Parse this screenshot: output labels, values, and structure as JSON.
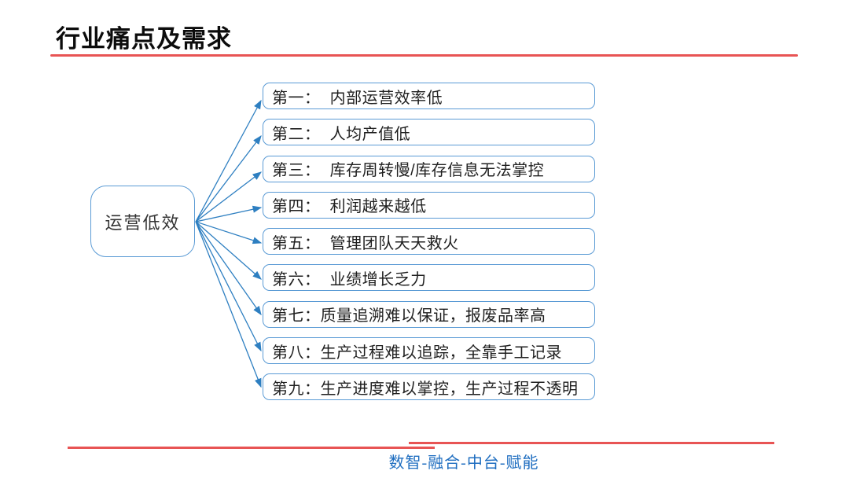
{
  "slide": {
    "title": "行业痛点及需求",
    "footer_slogan": "数智-融合-中台-赋能"
  },
  "diagram": {
    "root_label": "运营低效",
    "pain_points": [
      "第一：  内部运营效率低",
      "第二：  人均产值低",
      "第三：  库存周转慢/库存信息无法掌控",
      "第四：  利润越来越低",
      "第五：  管理团队天天救火",
      "第六：  业绩增长乏力",
      "第七：质量追溯难以保证，报废品率高",
      "第八：生产过程难以追踪，全靠手工记录",
      "第九：生产进度难以掌控，生产过程不透明"
    ]
  },
  "colors": {
    "accent_red": "#e85454",
    "box_border_blue": "#5B9BD5",
    "arrow_blue": "#2e7fc1",
    "footer_text_blue": "#1f6ec0"
  }
}
